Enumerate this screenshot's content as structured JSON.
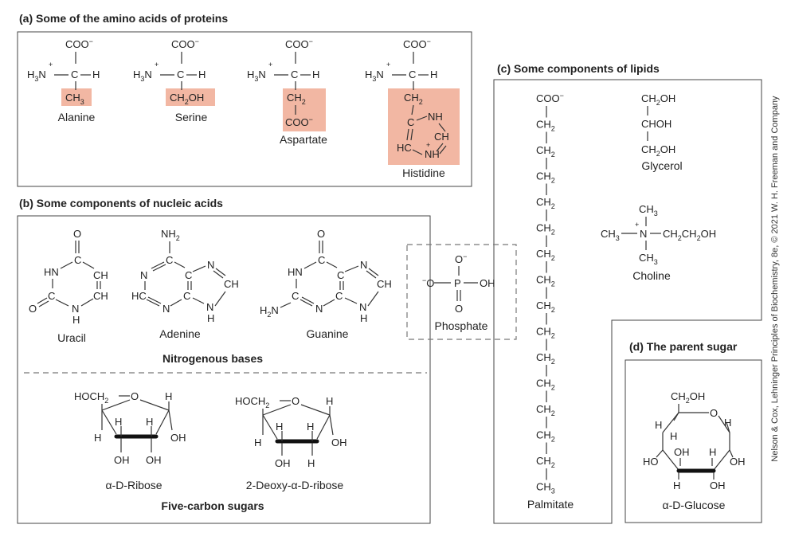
{
  "panels": {
    "a": {
      "title": "(a) Some of the amino acids of proteins"
    },
    "b": {
      "title": "(b) Some components of nucleic acids"
    },
    "c": {
      "title": "(c) Some components of lipids"
    },
    "d": {
      "title": "(d) The parent sugar"
    }
  },
  "amino_acids": [
    {
      "name": "Alanine",
      "side_chain": [
        "CH3"
      ]
    },
    {
      "name": "Serine",
      "side_chain": [
        "CH2OH"
      ]
    },
    {
      "name": "Aspartate",
      "side_chain": [
        "CH2",
        "COO−"
      ]
    },
    {
      "name": "Histidine",
      "side_chain": [
        "CH2",
        "C",
        "NH",
        "CH",
        "HC",
        "NH"
      ]
    }
  ],
  "amino_acid_backbone": {
    "top": "COO−",
    "left": "H3N+",
    "center": "C",
    "right": "H"
  },
  "bases": [
    {
      "name": "Uracil"
    },
    {
      "name": "Adenine"
    },
    {
      "name": "Guanine"
    }
  ],
  "bases_group_label": "Nitrogenous bases",
  "sugars": [
    {
      "name": "α-D-Ribose"
    },
    {
      "name": "2-Deoxy-α-D-ribose"
    }
  ],
  "sugars_group_label": "Five-carbon sugars",
  "phosphate": {
    "name": "Phosphate"
  },
  "lipids": [
    {
      "name": "Palmitate"
    },
    {
      "name": "Glycerol"
    },
    {
      "name": "Choline"
    }
  ],
  "parent_sugar": {
    "name": "α-D-Glucose"
  },
  "credit": "Nelson & Cox, Lehninger Principles of Biochemistry, 8e, © 2021 W. H. Freeman and Company"
}
